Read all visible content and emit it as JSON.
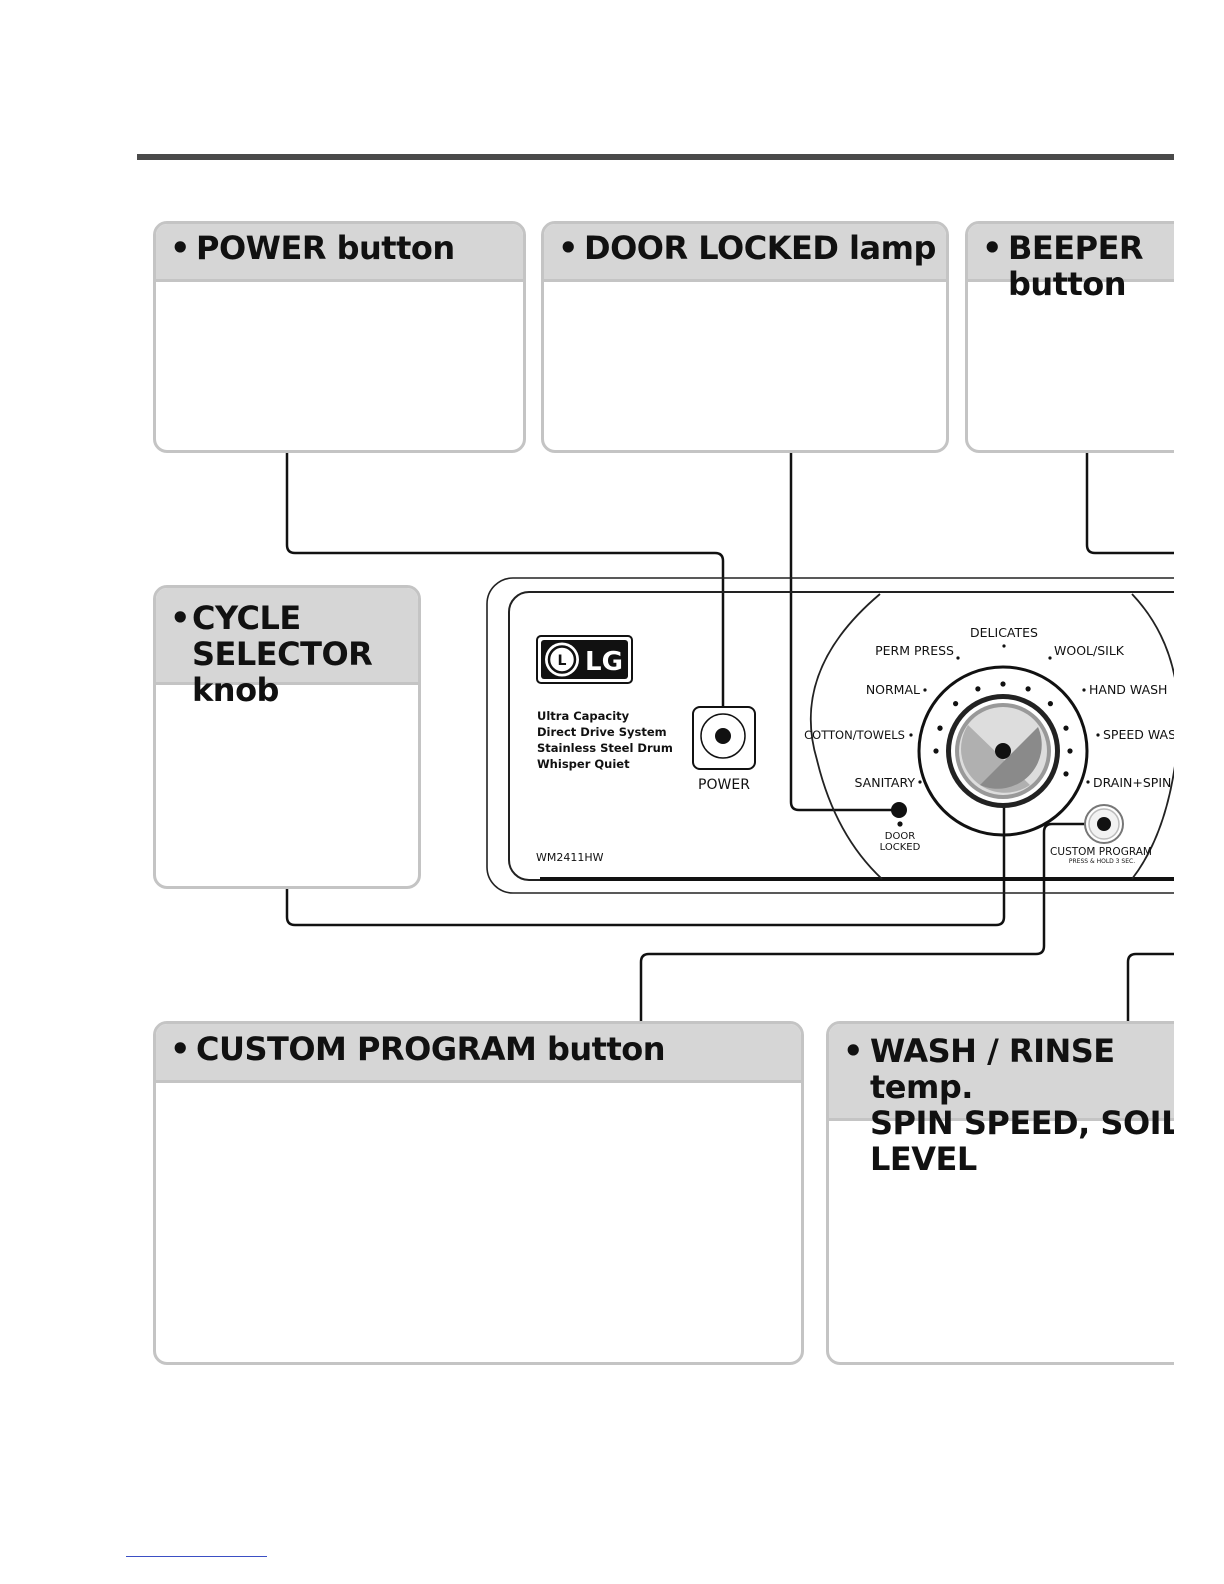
{
  "callouts": {
    "power": "POWER button",
    "door_locked": "DOOR LOCKED lamp",
    "beeper": "BEEPER button",
    "cycle_selector": "CYCLE\nSELECTOR knob",
    "custom_program": "CUSTOM PROGRAM button",
    "wash_rinse": "WASH / RINSE temp.\nSPIN SPEED, SOIL LEVEL"
  },
  "panel": {
    "brand": "LG",
    "features": [
      "Ultra Capacity",
      "Direct Drive System",
      "Stainless Steel Drum",
      "Whisper Quiet"
    ],
    "model": "WM2411HW",
    "power_label": "POWER",
    "door_label": [
      "DOOR",
      "LOCKED"
    ],
    "custom_label": "CUSTOM PROGRAM",
    "custom_sub": "PRESS & HOLD 3 SEC.",
    "cycles": {
      "delicates": "DELICATES",
      "perm_press": "PERM PRESS",
      "wool_silk": "WOOL/SILK",
      "normal": "NORMAL",
      "hand_wash": "HAND WASH",
      "cotton_towels": "COTTON/TOWELS",
      "speed_wash": "SPEED WASH",
      "sanitary": "SANITARY",
      "drain_spin": "DRAIN+SPIN"
    }
  },
  "colors": {
    "header_bg": "#d6d6d6",
    "border": "#c4c4c4",
    "line": "#111111",
    "rule": "#4a4a4a"
  }
}
